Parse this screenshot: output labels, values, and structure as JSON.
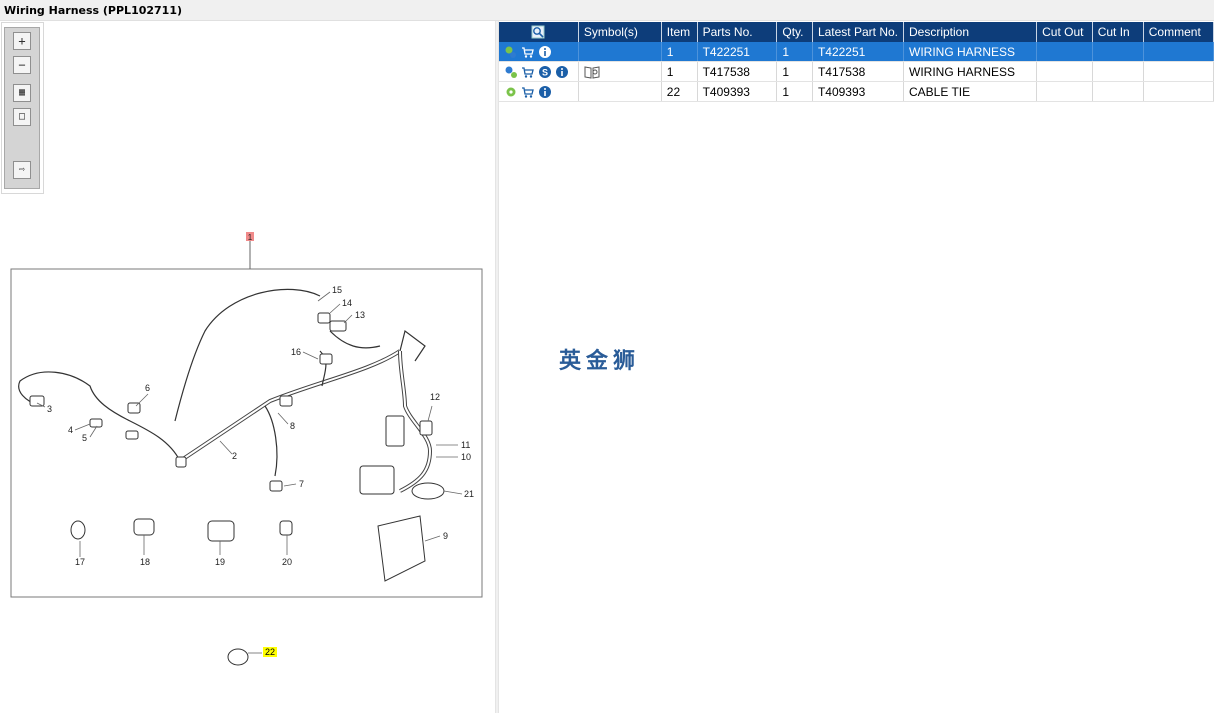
{
  "window": {
    "title": "Wiring Harness (PPL102711)"
  },
  "toolbar": {
    "zoom_in": "zoom-in-icon",
    "zoom_out": "zoom-out-icon",
    "fit_all": "fit-all-icon",
    "fit_window": "fit-window-icon",
    "export": "export-icon"
  },
  "diagram": {
    "ref_label": "1",
    "ref_label_color": "#f08a8a",
    "callouts": [
      "15",
      "14",
      "13",
      "16",
      "12",
      "11",
      "10",
      "21",
      "9",
      "8",
      "7",
      "6",
      "5",
      "4",
      "3",
      "2",
      "17",
      "18",
      "19",
      "20"
    ],
    "highlight_callout": "22",
    "highlight_color": "#ffff00"
  },
  "table": {
    "headers": {
      "actions": "",
      "symbols": "Symbol(s)",
      "item": "Item",
      "part_no": "Parts No.",
      "qty": "Qty.",
      "latest_part_no": "Latest Part No.",
      "description": "Description",
      "cut_out": "Cut Out",
      "cut_in": "Cut In",
      "comment": "Comment"
    },
    "rows": [
      {
        "icons": [
          "gear-tree-icon",
          "cart-icon",
          "info-icon"
        ],
        "symbols": "",
        "item": "1",
        "part_no": "T422251",
        "qty": "1",
        "latest_part_no": "T422251",
        "description": "WIRING HARNESS",
        "cut_out": "",
        "cut_in": "",
        "comment": "",
        "selected": true
      },
      {
        "icons": [
          "gears-icon",
          "cart-icon",
          "s-badge-icon",
          "info-icon"
        ],
        "symbols": "book-icon",
        "item": "1",
        "part_no": "T417538",
        "qty": "1",
        "latest_part_no": "T417538",
        "description": "WIRING HARNESS",
        "cut_out": "",
        "cut_in": "",
        "comment": "",
        "selected": false
      },
      {
        "icons": [
          "gear-icon",
          "cart-icon",
          "info-icon"
        ],
        "symbols": "",
        "item": "22",
        "part_no": "T409393",
        "qty": "1",
        "latest_part_no": "T409393",
        "description": "CABLE TIE",
        "cut_out": "",
        "cut_in": "",
        "comment": "",
        "selected": false
      }
    ]
  },
  "watermark": "英金狮",
  "colors": {
    "header_bg": "#0d3d7a",
    "selected_row": "#1f78d2",
    "brand": "#2a5c98"
  }
}
